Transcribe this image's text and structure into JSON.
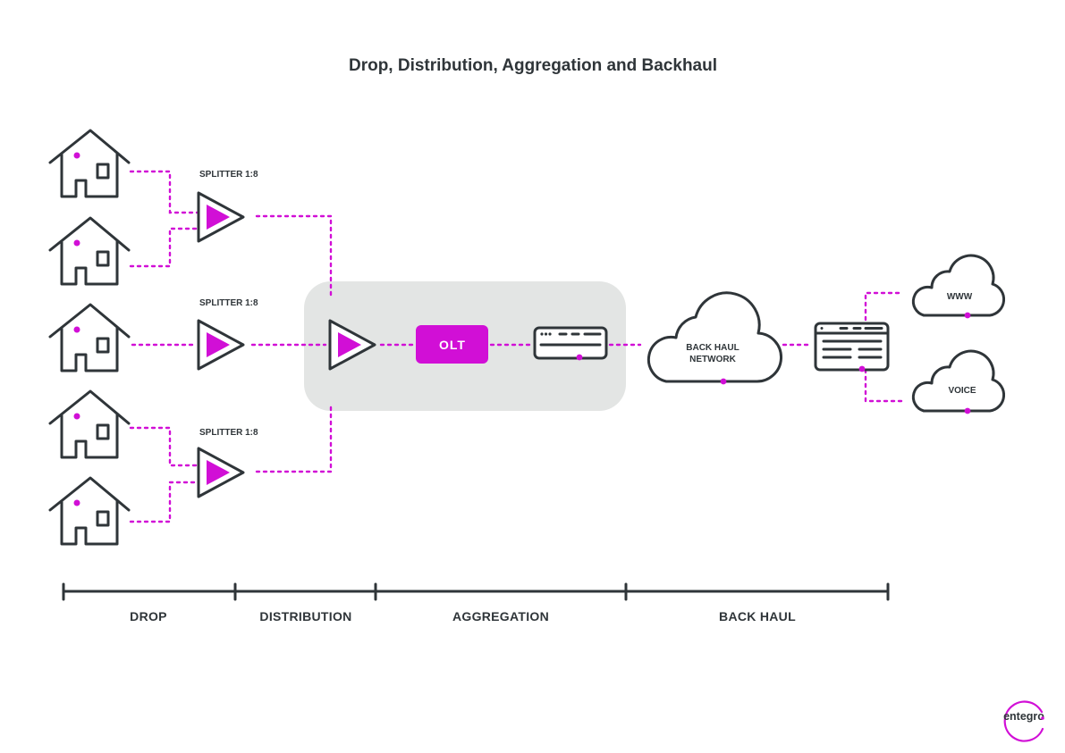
{
  "title": "Drop, Distribution, Aggregation and Backhaul",
  "splitter_label": "SPLITTER 1:8",
  "olt_label": "OLT",
  "backhaul_cloud": {
    "line1": "BACK HAUL",
    "line2": "NETWORK"
  },
  "service_clouds": {
    "www": "WWW",
    "voice": "VOICE"
  },
  "stages": [
    {
      "label": "DROP"
    },
    {
      "label": "DISTRIBUTION"
    },
    {
      "label": "AGGREGATION"
    },
    {
      "label": "BACK HAUL"
    }
  ],
  "logo": "entegro",
  "colors": {
    "accent": "#d10fd6",
    "ink": "#2f3539",
    "panel": "#e3e5e4"
  }
}
